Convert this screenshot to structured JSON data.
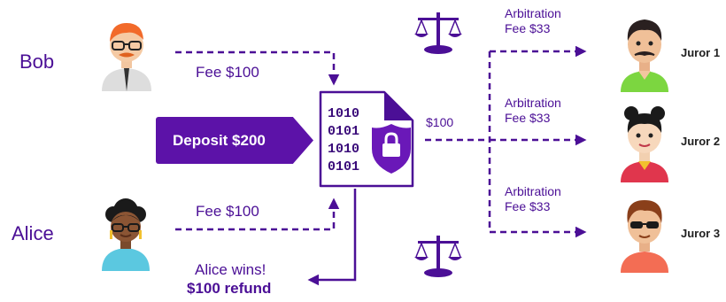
{
  "parties": {
    "bob": {
      "name": "Bob",
      "fee_label": "Fee $100"
    },
    "alice": {
      "name": "Alice",
      "fee_label": "Fee $100"
    }
  },
  "deposit_label": "Deposit $200",
  "contract": {
    "binary": [
      "1010",
      "0101",
      "1010",
      "0101"
    ]
  },
  "payout_label": "$100",
  "refund": {
    "line1": "Alice wins!",
    "line2": "$100 refund"
  },
  "jurors": [
    {
      "name": "Juror 1",
      "fee_line1": "Arbitration",
      "fee_line2": "Fee $33"
    },
    {
      "name": "Juror 2",
      "fee_line1": "Arbitration",
      "fee_line2": "Fee $33"
    },
    {
      "name": "Juror 3",
      "fee_line1": "Arbitration",
      "fee_line2": "Fee $33"
    }
  ],
  "colors": {
    "primary": "#5c12a8",
    "text": "#4b0f96",
    "bob_shirt": "#dddddd",
    "alice_shirt": "#5bc8e0",
    "juror1_shirt": "#7cd640",
    "juror2_shirt": "#e0364d",
    "juror3_shirt": "#f36d54"
  }
}
